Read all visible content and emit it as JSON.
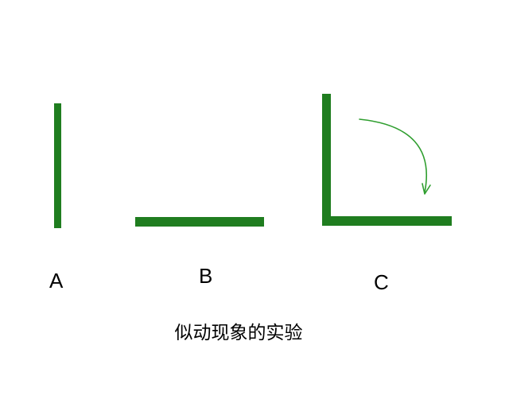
{
  "colors": {
    "bar-color": "#1f7d1f",
    "arrow-color": "#2f9e2f"
  },
  "figure": {
    "caption": "似动现象的实验",
    "panels": [
      {
        "label": "A",
        "type": "vertical-bar"
      },
      {
        "label": "B",
        "type": "horizontal-bar"
      },
      {
        "label": "C",
        "type": "corner-bars-with-rotation-arrow"
      }
    ]
  }
}
